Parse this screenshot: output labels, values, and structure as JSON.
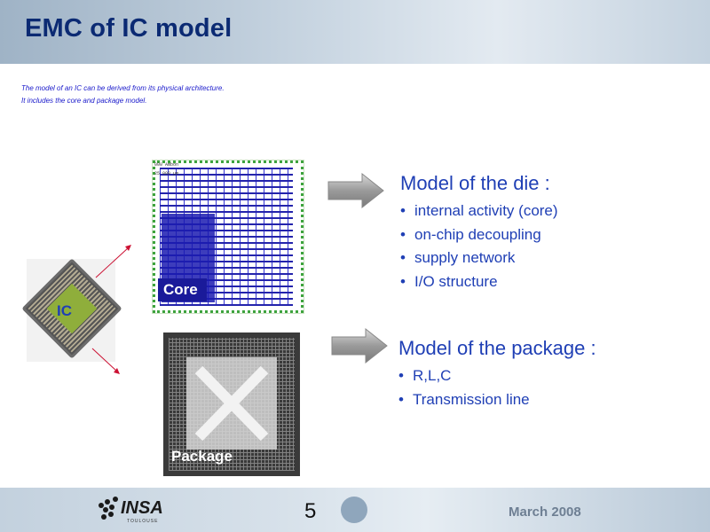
{
  "slide": {
    "title": "EMC of IC model",
    "intro_line1": "The model of an IC can be derived from its physical architecture.",
    "intro_line2": "It includes the core and package model."
  },
  "images": {
    "ic_label": "IC",
    "core_label": "Core",
    "core_tag1": "000 Ambon",
    "core_tag2": "25 000 µm",
    "package_label": "Package"
  },
  "die": {
    "title": "Model of the die :",
    "items": [
      "internal activity (core)",
      "on-chip decoupling",
      "supply network",
      "I/O structure"
    ]
  },
  "package": {
    "title": "Model of the package :",
    "items": [
      "R,L,C",
      "Transmission line"
    ]
  },
  "footer": {
    "logo_text": "INSA",
    "logo_sub": "TOULOUSE",
    "slide_number": "5",
    "date": "March 2008"
  },
  "colors": {
    "title": "#0b2a73",
    "body_text": "#1f3fb5",
    "arrow": "#cc1133"
  }
}
